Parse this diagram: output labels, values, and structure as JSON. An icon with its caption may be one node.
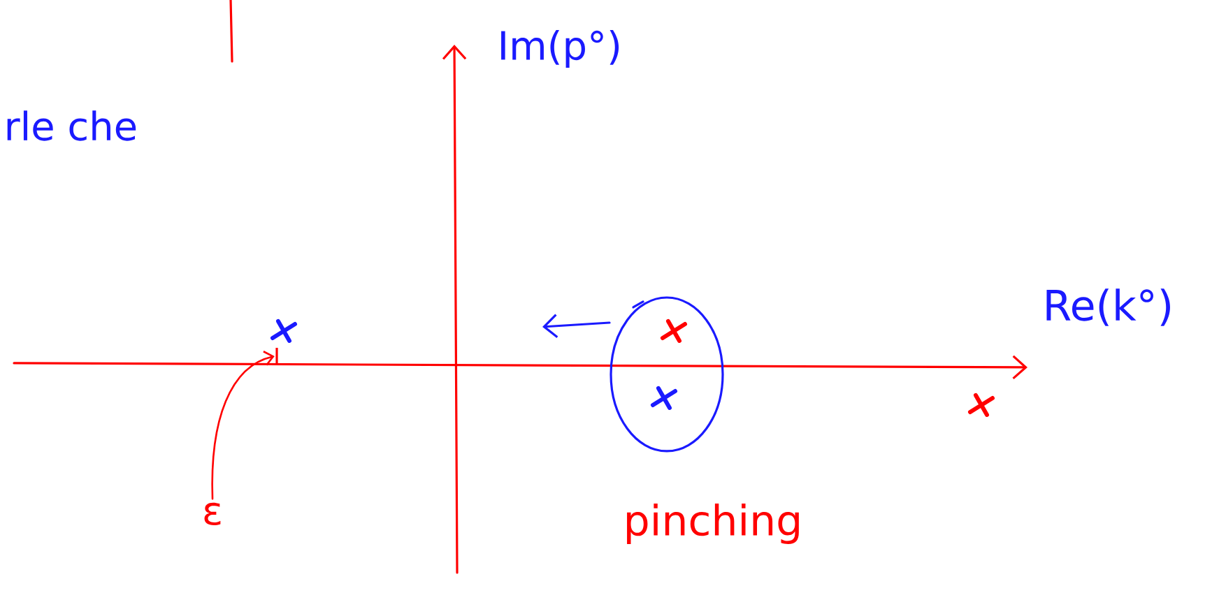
{
  "diagram": {
    "nodes": [
      {
        "text": [
          "ε"
        ]
      },
      {
        "text": [],
        "shape": "bar"
      }
    ],
    "edges": [
      {
        "from": 0,
        "to": 1,
        "arrow": "to"
      }
    ],
    "labels": [
      "rle che",
      "Im(p°)",
      "Re(k°)",
      "pinching"
    ]
  }
}
